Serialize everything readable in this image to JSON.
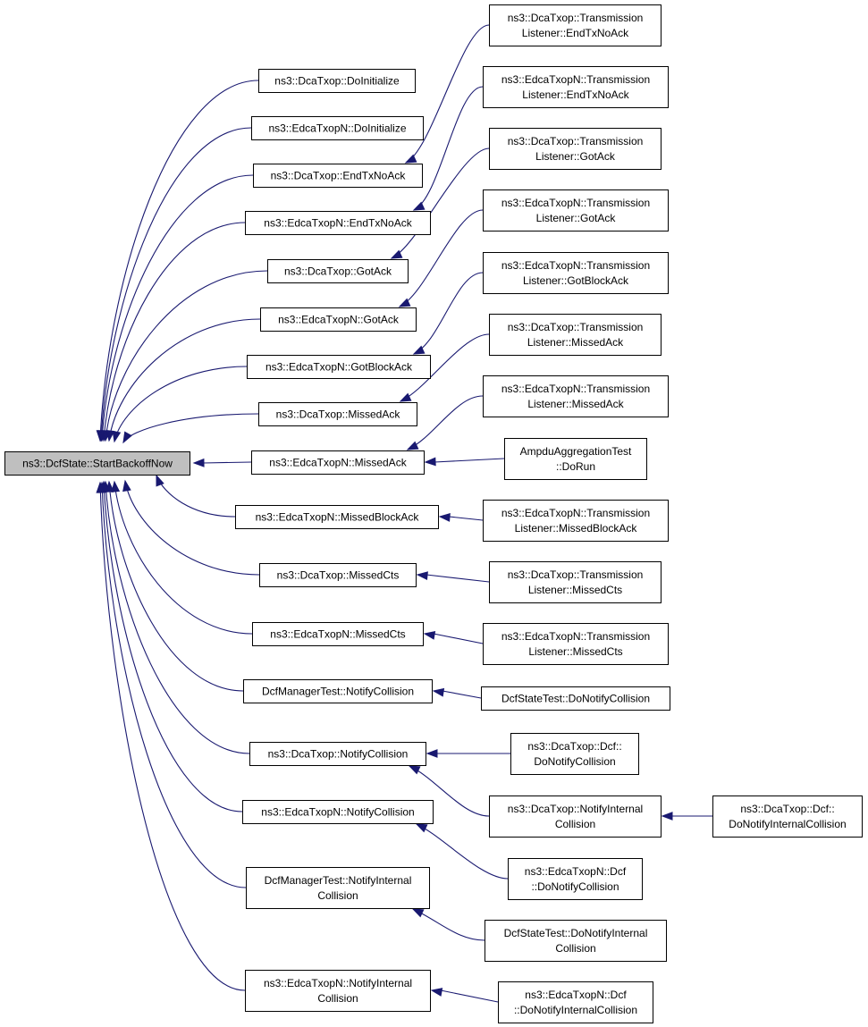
{
  "colors": {
    "edge": "#191970",
    "root_fill": "#bfbfbf",
    "node_fill": "#ffffff",
    "border": "#000000"
  },
  "root": {
    "id": "root",
    "lines": [
      "ns3::DcfState::StartBackoffNow"
    ]
  },
  "nodes": [
    {
      "id": "dca_doinit",
      "lines": [
        "ns3::DcaTxop::DoInitialize"
      ]
    },
    {
      "id": "edca_doinit",
      "lines": [
        "ns3::EdcaTxopN::DoInitialize"
      ]
    },
    {
      "id": "dca_endtx",
      "lines": [
        "ns3::DcaTxop::EndTxNoAck"
      ]
    },
    {
      "id": "edca_endtx",
      "lines": [
        "ns3::EdcaTxopN::EndTxNoAck"
      ]
    },
    {
      "id": "dca_gotack",
      "lines": [
        "ns3::DcaTxop::GotAck"
      ]
    },
    {
      "id": "edca_gotack",
      "lines": [
        "ns3::EdcaTxopN::GotAck"
      ]
    },
    {
      "id": "edca_gotblock",
      "lines": [
        "ns3::EdcaTxopN::GotBlockAck"
      ]
    },
    {
      "id": "dca_missedack",
      "lines": [
        "ns3::DcaTxop::MissedAck"
      ]
    },
    {
      "id": "edca_missedack",
      "lines": [
        "ns3::EdcaTxopN::MissedAck"
      ]
    },
    {
      "id": "edca_missedblock",
      "lines": [
        "ns3::EdcaTxopN::MissedBlockAck"
      ]
    },
    {
      "id": "dca_missedcts",
      "lines": [
        "ns3::DcaTxop::MissedCts"
      ]
    },
    {
      "id": "edca_missedcts",
      "lines": [
        "ns3::EdcaTxopN::MissedCts"
      ]
    },
    {
      "id": "dcfmgr_notifycoll",
      "lines": [
        "DcfManagerTest::NotifyCollision"
      ]
    },
    {
      "id": "dca_notifycoll",
      "lines": [
        "ns3::DcaTxop::NotifyCollision"
      ]
    },
    {
      "id": "edca_notifycoll",
      "lines": [
        "ns3::EdcaTxopN::NotifyCollision"
      ]
    },
    {
      "id": "dcfmgr_notifyint",
      "lines": [
        "DcfManagerTest::NotifyInternal",
        "Collision"
      ]
    },
    {
      "id": "edca_notifyint",
      "lines": [
        "ns3::EdcaTxopN::NotifyInternal",
        "Collision"
      ]
    },
    {
      "id": "tl_dca_endtx",
      "lines": [
        "ns3::DcaTxop::Transmission",
        "Listener::EndTxNoAck"
      ]
    },
    {
      "id": "tl_edca_endtx",
      "lines": [
        "ns3::EdcaTxopN::Transmission",
        "Listener::EndTxNoAck"
      ]
    },
    {
      "id": "tl_dca_gotack",
      "lines": [
        "ns3::DcaTxop::Transmission",
        "Listener::GotAck"
      ]
    },
    {
      "id": "tl_edca_gotack",
      "lines": [
        "ns3::EdcaTxopN::Transmission",
        "Listener::GotAck"
      ]
    },
    {
      "id": "tl_edca_gotblock",
      "lines": [
        "ns3::EdcaTxopN::Transmission",
        "Listener::GotBlockAck"
      ]
    },
    {
      "id": "tl_dca_missedack",
      "lines": [
        "ns3::DcaTxop::Transmission",
        "Listener::MissedAck"
      ]
    },
    {
      "id": "tl_edca_missedack",
      "lines": [
        "ns3::EdcaTxopN::Transmission",
        "Listener::MissedAck"
      ]
    },
    {
      "id": "ampdu_dorun",
      "lines": [
        "AmpduAggregationTest",
        "::DoRun"
      ]
    },
    {
      "id": "tl_edca_missedblock",
      "lines": [
        "ns3::EdcaTxopN::Transmission",
        "Listener::MissedBlockAck"
      ]
    },
    {
      "id": "tl_dca_missedcts",
      "lines": [
        "ns3::DcaTxop::Transmission",
        "Listener::MissedCts"
      ]
    },
    {
      "id": "tl_edca_missedcts",
      "lines": [
        "ns3::EdcaTxopN::Transmission",
        "Listener::MissedCts"
      ]
    },
    {
      "id": "dcfstate_donotifycoll",
      "lines": [
        "DcfStateTest::DoNotifyCollision"
      ]
    },
    {
      "id": "dca_dcf_donotifycoll",
      "lines": [
        "ns3::DcaTxop::Dcf::",
        "DoNotifyCollision"
      ]
    },
    {
      "id": "dca_notifyint",
      "lines": [
        "ns3::DcaTxop::NotifyInternal",
        "Collision"
      ]
    },
    {
      "id": "edca_dcf_donotifycoll",
      "lines": [
        "ns3::EdcaTxopN::Dcf",
        "::DoNotifyCollision"
      ]
    },
    {
      "id": "dcfstate_donotifyint",
      "lines": [
        "DcfStateTest::DoNotifyInternal",
        "Collision"
      ]
    },
    {
      "id": "edca_dcf_donotifyint",
      "lines": [
        "ns3::EdcaTxopN::Dcf",
        "::DoNotifyInternalCollision"
      ]
    },
    {
      "id": "dca_dcf_donotifyint",
      "lines": [
        "ns3::DcaTxop::Dcf::",
        "DoNotifyInternalCollision"
      ]
    }
  ],
  "edges": [
    {
      "from": "dca_doinit",
      "to": "root"
    },
    {
      "from": "edca_doinit",
      "to": "root"
    },
    {
      "from": "dca_endtx",
      "to": "root"
    },
    {
      "from": "edca_endtx",
      "to": "root"
    },
    {
      "from": "dca_gotack",
      "to": "root"
    },
    {
      "from": "edca_gotack",
      "to": "root"
    },
    {
      "from": "edca_gotblock",
      "to": "root"
    },
    {
      "from": "dca_missedack",
      "to": "root"
    },
    {
      "from": "edca_missedack",
      "to": "root"
    },
    {
      "from": "edca_missedblock",
      "to": "root"
    },
    {
      "from": "dca_missedcts",
      "to": "root"
    },
    {
      "from": "edca_missedcts",
      "to": "root"
    },
    {
      "from": "dcfmgr_notifycoll",
      "to": "root"
    },
    {
      "from": "dca_notifycoll",
      "to": "root"
    },
    {
      "from": "edca_notifycoll",
      "to": "root"
    },
    {
      "from": "dcfmgr_notifyint",
      "to": "root"
    },
    {
      "from": "edca_notifyint",
      "to": "root"
    },
    {
      "from": "tl_dca_endtx",
      "to": "dca_endtx"
    },
    {
      "from": "tl_edca_endtx",
      "to": "edca_endtx"
    },
    {
      "from": "tl_dca_gotack",
      "to": "dca_gotack"
    },
    {
      "from": "tl_edca_gotack",
      "to": "edca_gotack"
    },
    {
      "from": "tl_edca_gotblock",
      "to": "edca_gotblock"
    },
    {
      "from": "tl_dca_missedack",
      "to": "dca_missedack"
    },
    {
      "from": "tl_edca_missedack",
      "to": "edca_missedack"
    },
    {
      "from": "ampdu_dorun",
      "to": "edca_missedack"
    },
    {
      "from": "tl_edca_missedblock",
      "to": "edca_missedblock"
    },
    {
      "from": "tl_dca_missedcts",
      "to": "dca_missedcts"
    },
    {
      "from": "tl_edca_missedcts",
      "to": "edca_missedcts"
    },
    {
      "from": "dcfstate_donotifycoll",
      "to": "dcfmgr_notifycoll"
    },
    {
      "from": "dca_dcf_donotifycoll",
      "to": "dca_notifycoll"
    },
    {
      "from": "dca_notifyint",
      "to": "dca_notifycoll"
    },
    {
      "from": "edca_dcf_donotifycoll",
      "to": "edca_notifycoll"
    },
    {
      "from": "dcfstate_donotifyint",
      "to": "dcfmgr_notifyint"
    },
    {
      "from": "edca_dcf_donotifyint",
      "to": "edca_notifyint"
    },
    {
      "from": "dca_dcf_donotifyint",
      "to": "dca_notifyint"
    }
  ]
}
